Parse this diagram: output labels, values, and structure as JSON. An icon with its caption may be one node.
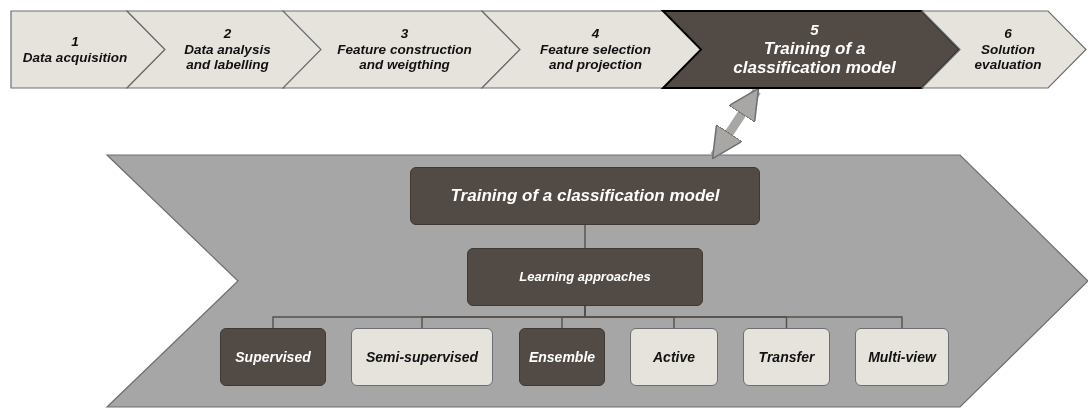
{
  "diagram": {
    "nodes": [
      {
        "text": [
          "1",
          "Data acquisition"
        ]
      },
      {
        "text": [
          "2",
          "Data analysis and labelling"
        ]
      },
      {
        "text": [
          "3",
          "Feature construction and weigthing"
        ]
      },
      {
        "text": [
          "4",
          "Feature selection and projection"
        ]
      },
      {
        "text": [
          "5",
          "Training of a classification model"
        ]
      },
      {
        "text": [
          "6",
          "Solution evaluation"
        ]
      },
      {
        "text": [],
        "shape": "chevron"
      },
      {
        "text": [
          "Training of a classification model"
        ],
        "in": 6
      },
      {
        "text": [
          "Learning approaches"
        ],
        "in": 6
      },
      {
        "text": [
          "Supervised"
        ],
        "in": 6
      },
      {
        "text": [
          "Semi-supervised"
        ],
        "in": 6
      },
      {
        "text": [
          "Ensemble"
        ],
        "in": 6
      },
      {
        "text": [
          "Active"
        ],
        "in": 6
      },
      {
        "text": [
          "Transfer"
        ],
        "in": 6
      },
      {
        "text": [
          "Multi-view"
        ],
        "in": 6
      }
    ],
    "edges": [
      {
        "from": 4,
        "to": 6,
        "arrow": "both",
        "style": "thick",
        "color": "#a9a7a4"
      },
      {
        "from": 7,
        "to": 8,
        "arrow": "none"
      },
      {
        "from": 8,
        "to": 9,
        "arrow": "none"
      },
      {
        "from": 8,
        "to": 10,
        "arrow": "none"
      },
      {
        "from": 8,
        "to": 11,
        "arrow": "none"
      },
      {
        "from": 8,
        "to": 12,
        "arrow": "none"
      },
      {
        "from": 8,
        "to": 13,
        "arrow": "none"
      },
      {
        "from": 8,
        "to": 14,
        "arrow": "none"
      }
    ]
  }
}
